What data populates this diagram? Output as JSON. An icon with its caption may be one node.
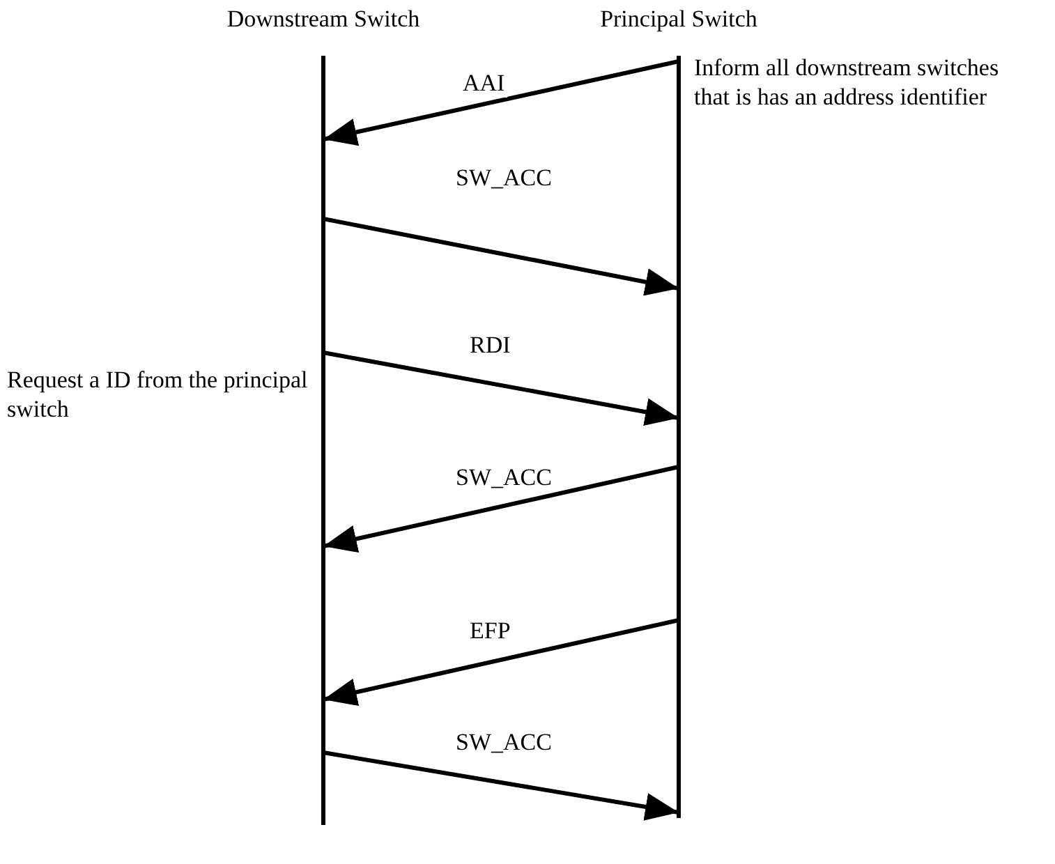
{
  "diagram": {
    "nodes": [
      {
        "text": [
          "Downstream Switch"
        ]
      },
      {
        "text": [
          "Principal Switch"
        ]
      }
    ],
    "edges": [
      {
        "from": 1,
        "to": 0,
        "arrow": "to",
        "label": "AAI"
      },
      {
        "from": 0,
        "to": 1,
        "arrow": "to",
        "label": "SW_ACC"
      },
      {
        "from": 0,
        "to": 1,
        "arrow": "to",
        "label": "RDI"
      },
      {
        "from": 1,
        "to": 0,
        "arrow": "to",
        "label": "SW_ACC"
      },
      {
        "from": 1,
        "to": 0,
        "arrow": "to",
        "label": "EFP"
      },
      {
        "from": 0,
        "to": 1,
        "arrow": "to",
        "label": "SW_ACC"
      }
    ],
    "labels": [
      "Inform all downstream switches that is has an address identifier",
      "Request a ID from the principal switch"
    ]
  }
}
